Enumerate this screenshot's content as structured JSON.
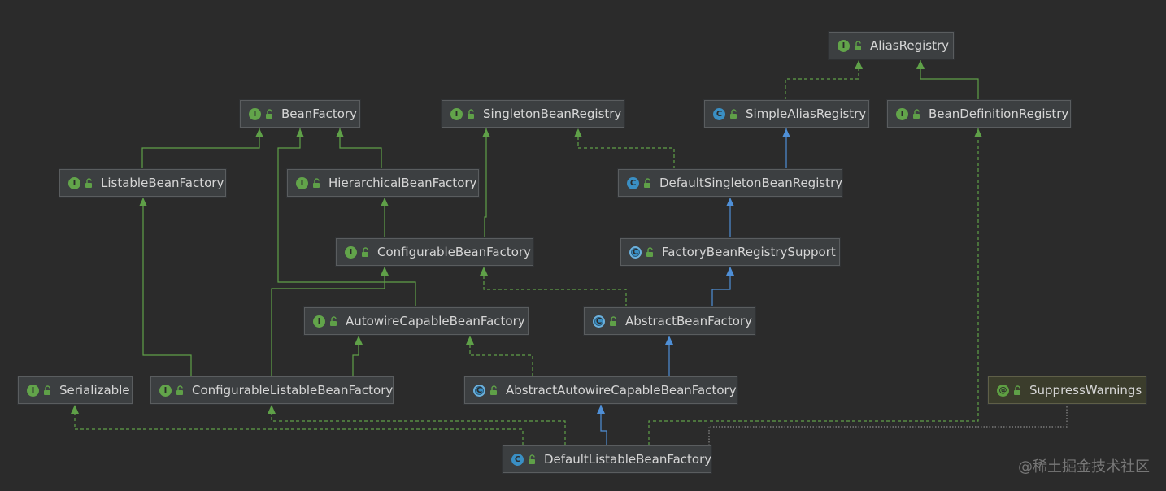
{
  "diagram": {
    "nodes": [
      {
        "id": "alias-registry",
        "label": "AliasRegistry",
        "kind": "interface",
        "icon": "I"
      },
      {
        "id": "bean-factory",
        "label": "BeanFactory",
        "kind": "interface",
        "icon": "I"
      },
      {
        "id": "singleton-bean-registry",
        "label": "SingletonBeanRegistry",
        "kind": "interface",
        "icon": "I"
      },
      {
        "id": "simple-alias-registry",
        "label": "SimpleAliasRegistry",
        "kind": "class",
        "icon": "C"
      },
      {
        "id": "bean-definition-registry",
        "label": "BeanDefinitionRegistry",
        "kind": "interface",
        "icon": "I"
      },
      {
        "id": "listable-bean-factory",
        "label": "ListableBeanFactory",
        "kind": "interface",
        "icon": "I"
      },
      {
        "id": "hierarchical-bean-factory",
        "label": "HierarchicalBeanFactory",
        "kind": "interface",
        "icon": "I"
      },
      {
        "id": "default-singleton-bean-registry",
        "label": "DefaultSingletonBeanRegistry",
        "kind": "class",
        "icon": "C"
      },
      {
        "id": "configurable-bean-factory",
        "label": "ConfigurableBeanFactory",
        "kind": "interface",
        "icon": "I"
      },
      {
        "id": "factory-bean-registry-support",
        "label": "FactoryBeanRegistrySupport",
        "kind": "abstract",
        "icon": "C"
      },
      {
        "id": "autowire-capable-bean-factory",
        "label": "AutowireCapableBeanFactory",
        "kind": "interface",
        "icon": "I"
      },
      {
        "id": "abstract-bean-factory",
        "label": "AbstractBeanFactory",
        "kind": "abstract",
        "icon": "C"
      },
      {
        "id": "serializable",
        "label": "Serializable",
        "kind": "interface",
        "icon": "I"
      },
      {
        "id": "configurable-listable-bean-factory",
        "label": "ConfigurableListableBeanFactory",
        "kind": "interface",
        "icon": "I"
      },
      {
        "id": "abstract-autowire-capable-bean-factory",
        "label": "AbstractAutowireCapableBeanFactory",
        "kind": "abstract",
        "icon": "C"
      },
      {
        "id": "suppress-warnings",
        "label": "SuppressWarnings",
        "kind": "annotation",
        "icon": "@"
      },
      {
        "id": "default-listable-bean-factory",
        "label": "DefaultListableBeanFactory",
        "kind": "class",
        "icon": "C"
      }
    ],
    "edges": [
      {
        "from": "simple-alias-registry",
        "to": "alias-registry",
        "type": "implements"
      },
      {
        "from": "bean-definition-registry",
        "to": "alias-registry",
        "type": "extends"
      },
      {
        "from": "listable-bean-factory",
        "to": "bean-factory",
        "type": "extends"
      },
      {
        "from": "hierarchical-bean-factory",
        "to": "bean-factory",
        "type": "extends"
      },
      {
        "from": "default-singleton-bean-registry",
        "to": "simple-alias-registry",
        "type": "class-extends"
      },
      {
        "from": "default-singleton-bean-registry",
        "to": "singleton-bean-registry",
        "type": "implements"
      },
      {
        "from": "configurable-bean-factory",
        "to": "hierarchical-bean-factory",
        "type": "extends"
      },
      {
        "from": "configurable-bean-factory",
        "to": "singleton-bean-registry",
        "type": "extends"
      },
      {
        "from": "factory-bean-registry-support",
        "to": "default-singleton-bean-registry",
        "type": "class-extends"
      },
      {
        "from": "autowire-capable-bean-factory",
        "to": "bean-factory",
        "type": "extends"
      },
      {
        "from": "abstract-bean-factory",
        "to": "factory-bean-registry-support",
        "type": "class-extends"
      },
      {
        "from": "abstract-bean-factory",
        "to": "configurable-bean-factory",
        "type": "implements"
      },
      {
        "from": "configurable-listable-bean-factory",
        "to": "listable-bean-factory",
        "type": "extends"
      },
      {
        "from": "configurable-listable-bean-factory",
        "to": "autowire-capable-bean-factory",
        "type": "extends"
      },
      {
        "from": "configurable-listable-bean-factory",
        "to": "configurable-bean-factory",
        "type": "extends"
      },
      {
        "from": "abstract-autowire-capable-bean-factory",
        "to": "abstract-bean-factory",
        "type": "class-extends"
      },
      {
        "from": "abstract-autowire-capable-bean-factory",
        "to": "autowire-capable-bean-factory",
        "type": "implements"
      },
      {
        "from": "default-listable-bean-factory",
        "to": "abstract-autowire-capable-bean-factory",
        "type": "class-extends"
      },
      {
        "from": "default-listable-bean-factory",
        "to": "configurable-listable-bean-factory",
        "type": "implements"
      },
      {
        "from": "default-listable-bean-factory",
        "to": "serializable",
        "type": "implements"
      },
      {
        "from": "default-listable-bean-factory",
        "to": "bean-definition-registry",
        "type": "implements"
      },
      {
        "from": "default-listable-bean-factory",
        "to": "suppress-warnings",
        "type": "annotated"
      }
    ],
    "colors": {
      "background": "#2b2b2b",
      "interface_edge": "#5fa048",
      "class_edge": "#4f8fd6",
      "annotation_edge": "#8a8a8a",
      "interface_icon": "#62a44a",
      "class_icon": "#3a8fc4"
    }
  },
  "watermark": "@稀土掘金技术社区"
}
